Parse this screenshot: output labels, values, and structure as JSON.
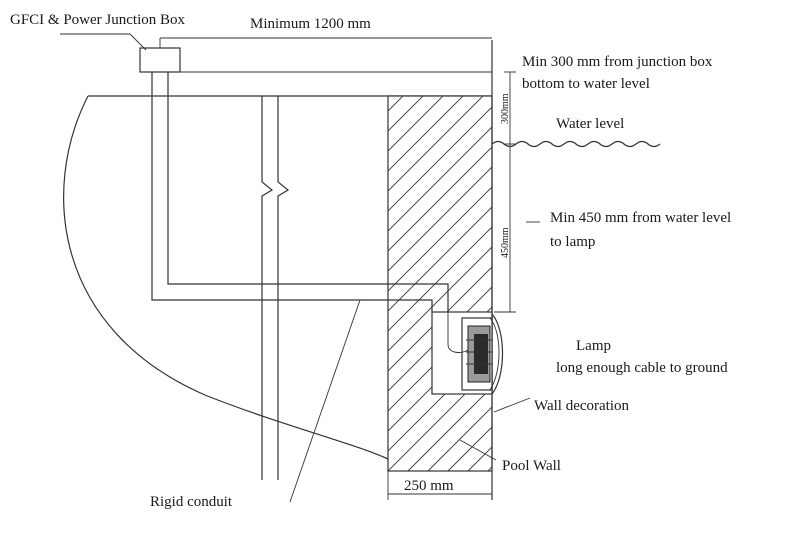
{
  "labels": {
    "junction_box": "GFCI & Power Junction Box",
    "min_1200": "Minimum 1200 mm",
    "min_300_line1": "Min 300 mm from junction box",
    "min_300_line2": "bottom to water level",
    "dim_300": "300mm",
    "water_level": "Water level",
    "dim_450": "450mm",
    "min_450_line1": "Min 450 mm from water level",
    "min_450_line2": "to lamp",
    "lamp": "Lamp",
    "lamp_cable": "long enough cable to ground",
    "wall_decoration": "Wall decoration",
    "pool_wall": "Pool Wall",
    "rigid_conduit": "Rigid conduit",
    "dim_250": "250 mm"
  }
}
